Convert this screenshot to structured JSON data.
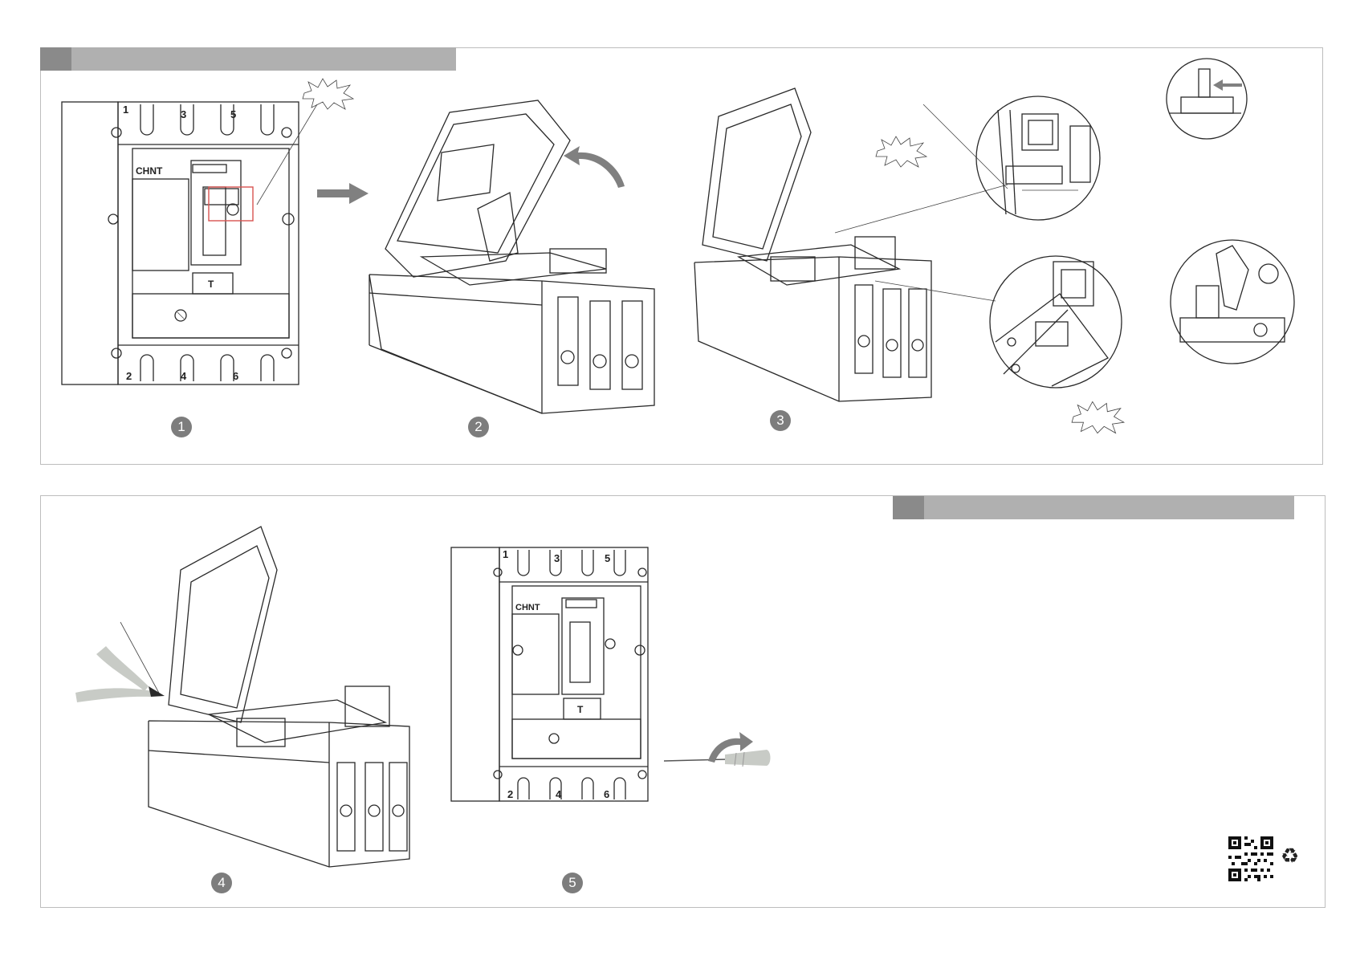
{
  "brand": "CHNT",
  "terminals_top": [
    "1",
    "3",
    "5"
  ],
  "terminals_bottom": [
    "2",
    "4",
    "6"
  ],
  "test_button": "T",
  "steps": [
    "1",
    "2",
    "3",
    "4",
    "5"
  ],
  "recycle_symbol": "♻",
  "colors": {
    "header_bar": "#b0b0b0",
    "header_square": "#8a8a8a",
    "step_badge": "#7d7d7d",
    "arrow": "#808080",
    "highlight": "#d9534f"
  }
}
